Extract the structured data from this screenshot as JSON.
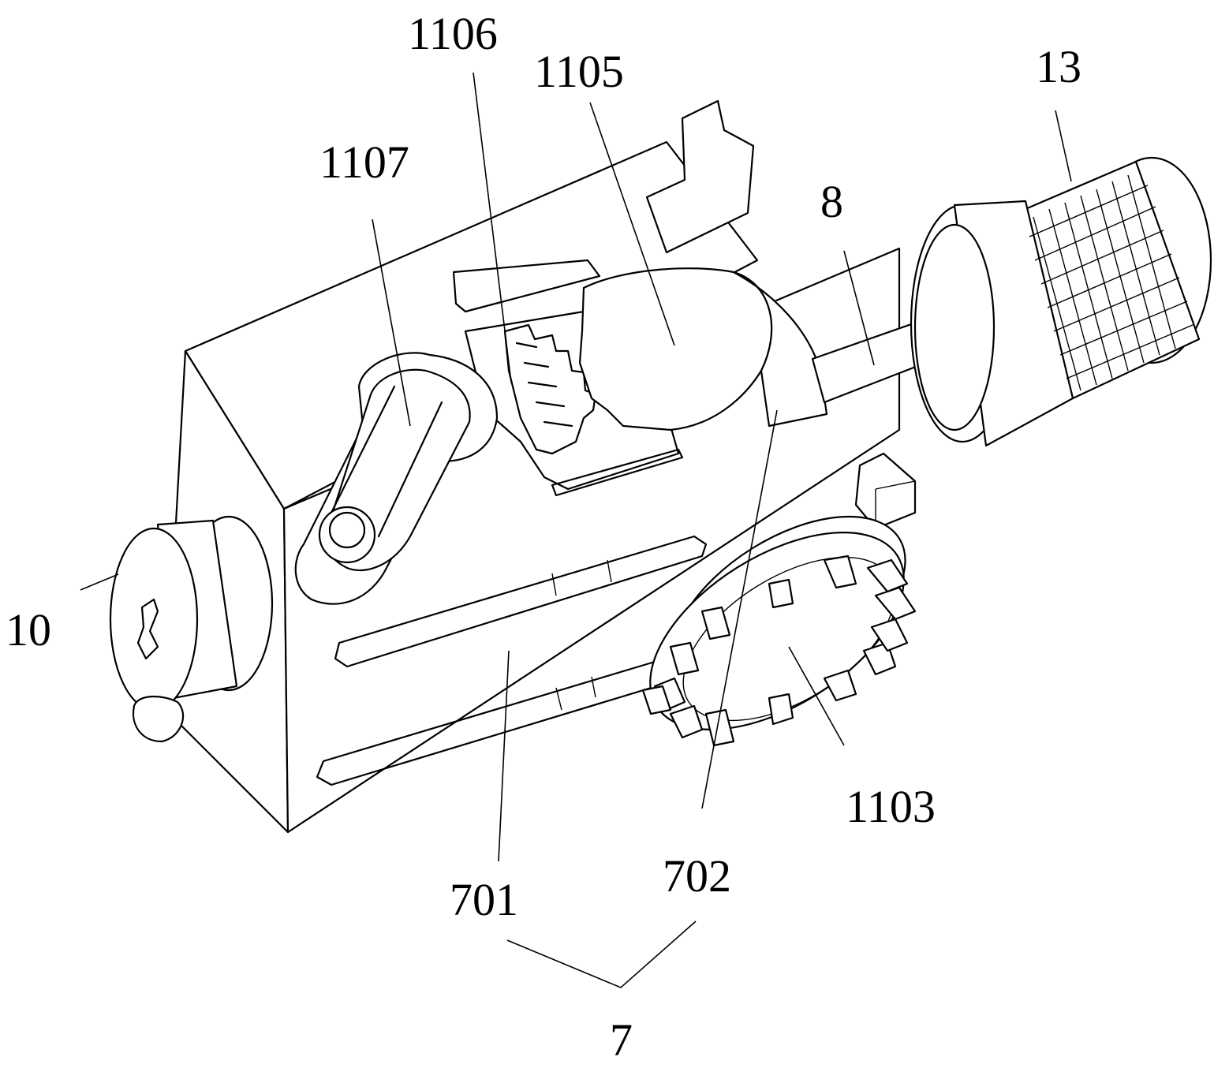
{
  "labels": {
    "l1106": "1106",
    "l1105": "1105",
    "l1107": "1107",
    "l13": "13",
    "l8": "8",
    "l10": "10",
    "l1103": "1103",
    "l702": "702",
    "l701": "701",
    "l7": "7"
  }
}
